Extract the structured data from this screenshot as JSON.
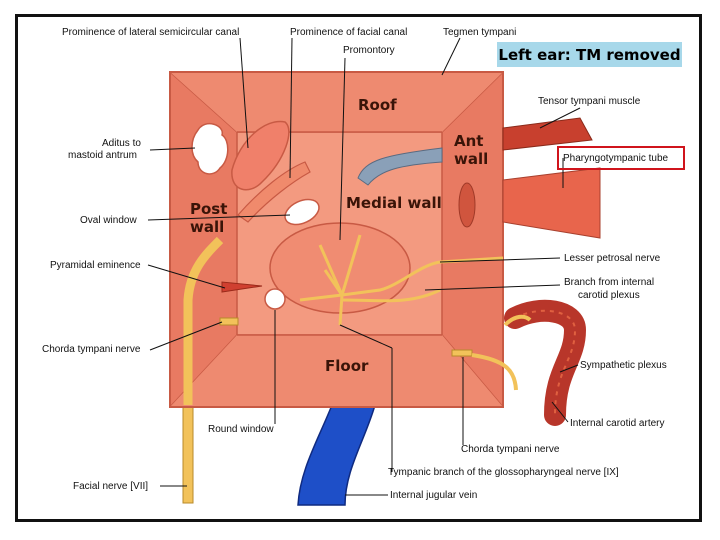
{
  "title": "Left ear: TM removed",
  "walls": {
    "roof": "Roof",
    "ant_wall": "Ant\nwall",
    "post_wall": "Post\nwall",
    "medial_wall": "Medial wall",
    "floor": "Floor"
  },
  "labels": {
    "prominence_lateral_canal": "Prominence of lateral semicircular canal",
    "prominence_facial_canal": "Prominence of facial canal",
    "promontory": "Promontory",
    "tegmen_tympani": "Tegmen tympani",
    "tensor_tympani": "Tensor tympani muscle",
    "pharyngotympanic_tube": "Pharyngotympanic tube",
    "aditus_line1": "Aditus to",
    "aditus_line2": "mastoid antrum",
    "oval_window": "Oval window",
    "pyramidal_eminence": "Pyramidal eminence",
    "lesser_petrosal": "Lesser petrosal nerve",
    "branch_line1": "Branch from internal",
    "branch_line2": "carotid plexus",
    "chorda_left": "Chorda tympani nerve",
    "sympathetic_plexus": "Sympathetic plexus",
    "internal_carotid": "Internal carotid artery",
    "round_window": "Round window",
    "chorda_right": "Chorda tympani nerve",
    "tympanic_branch": "Tympanic branch of the glossopharyngeal nerve [IX]",
    "facial_nerve": "Facial nerve [VII]",
    "internal_jugular": "Internal jugular vein"
  },
  "colors": {
    "box_outer": "#e87a62",
    "box_inner": "#f39a80",
    "box_edge": "#c85a44",
    "nerve": "#f2c25a",
    "vein": "#1e4fc8",
    "artery": "#b8362a",
    "highlight": "#d0141c",
    "title_bg": "#a7d8ea"
  }
}
